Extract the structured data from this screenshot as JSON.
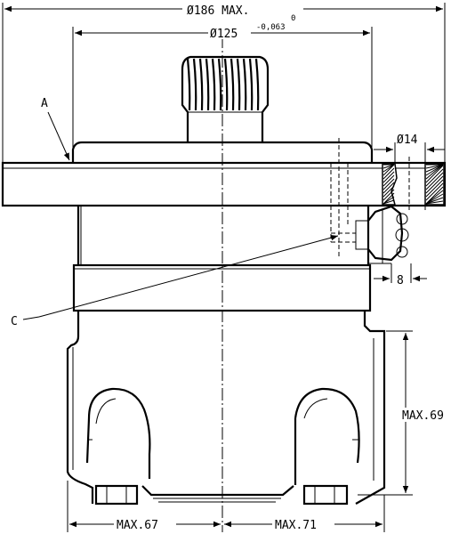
{
  "drawing": {
    "labels": {
      "overall_width": "Ø186 MAX.",
      "pilot_diameter": "Ø125",
      "tol_upper": "0",
      "tol_lower": "-0,063",
      "bolt_hole": "Ø14",
      "flange_thickness": "8",
      "height_max": "MAX.69",
      "left_max": "MAX.67",
      "right_max": "MAX.71",
      "callout_a": "A",
      "callout_c": "C"
    }
  }
}
